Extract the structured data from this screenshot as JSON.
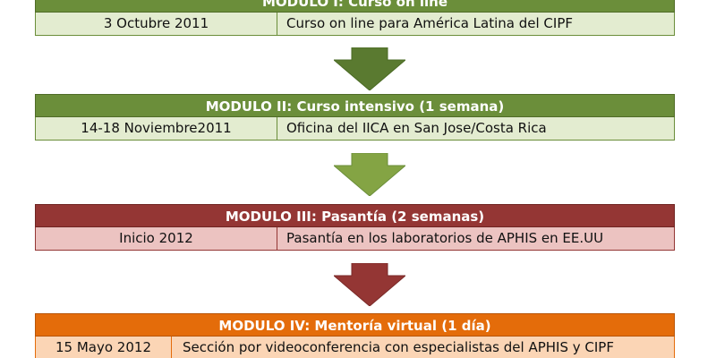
{
  "modules": [
    {
      "title": "MODULO I: Curso on line",
      "date": "3 Octubre 2011",
      "description": "Curso on line para América Latina del CIPF"
    },
    {
      "title": "MODULO II: Curso intensivo (1 semana)",
      "date": "14-18 Noviembre2011",
      "description": "Oficina del IICA en San Jose/Costa Rica"
    },
    {
      "title": "MODULO III: Pasantía (2 semanas)",
      "date": "Inicio 2012",
      "description": "Pasantía en los laboratorios de APHIS en EE.UU"
    },
    {
      "title": "MODULO IV: Mentoría virtual (1 día)",
      "date": "15 Mayo 2012",
      "description": "Sección por videoconferencia con especialistas del APHIS y CIPF"
    }
  ],
  "colors": {
    "green": "#6b8e3a",
    "red": "#943634",
    "orange": "#e46c0a"
  }
}
